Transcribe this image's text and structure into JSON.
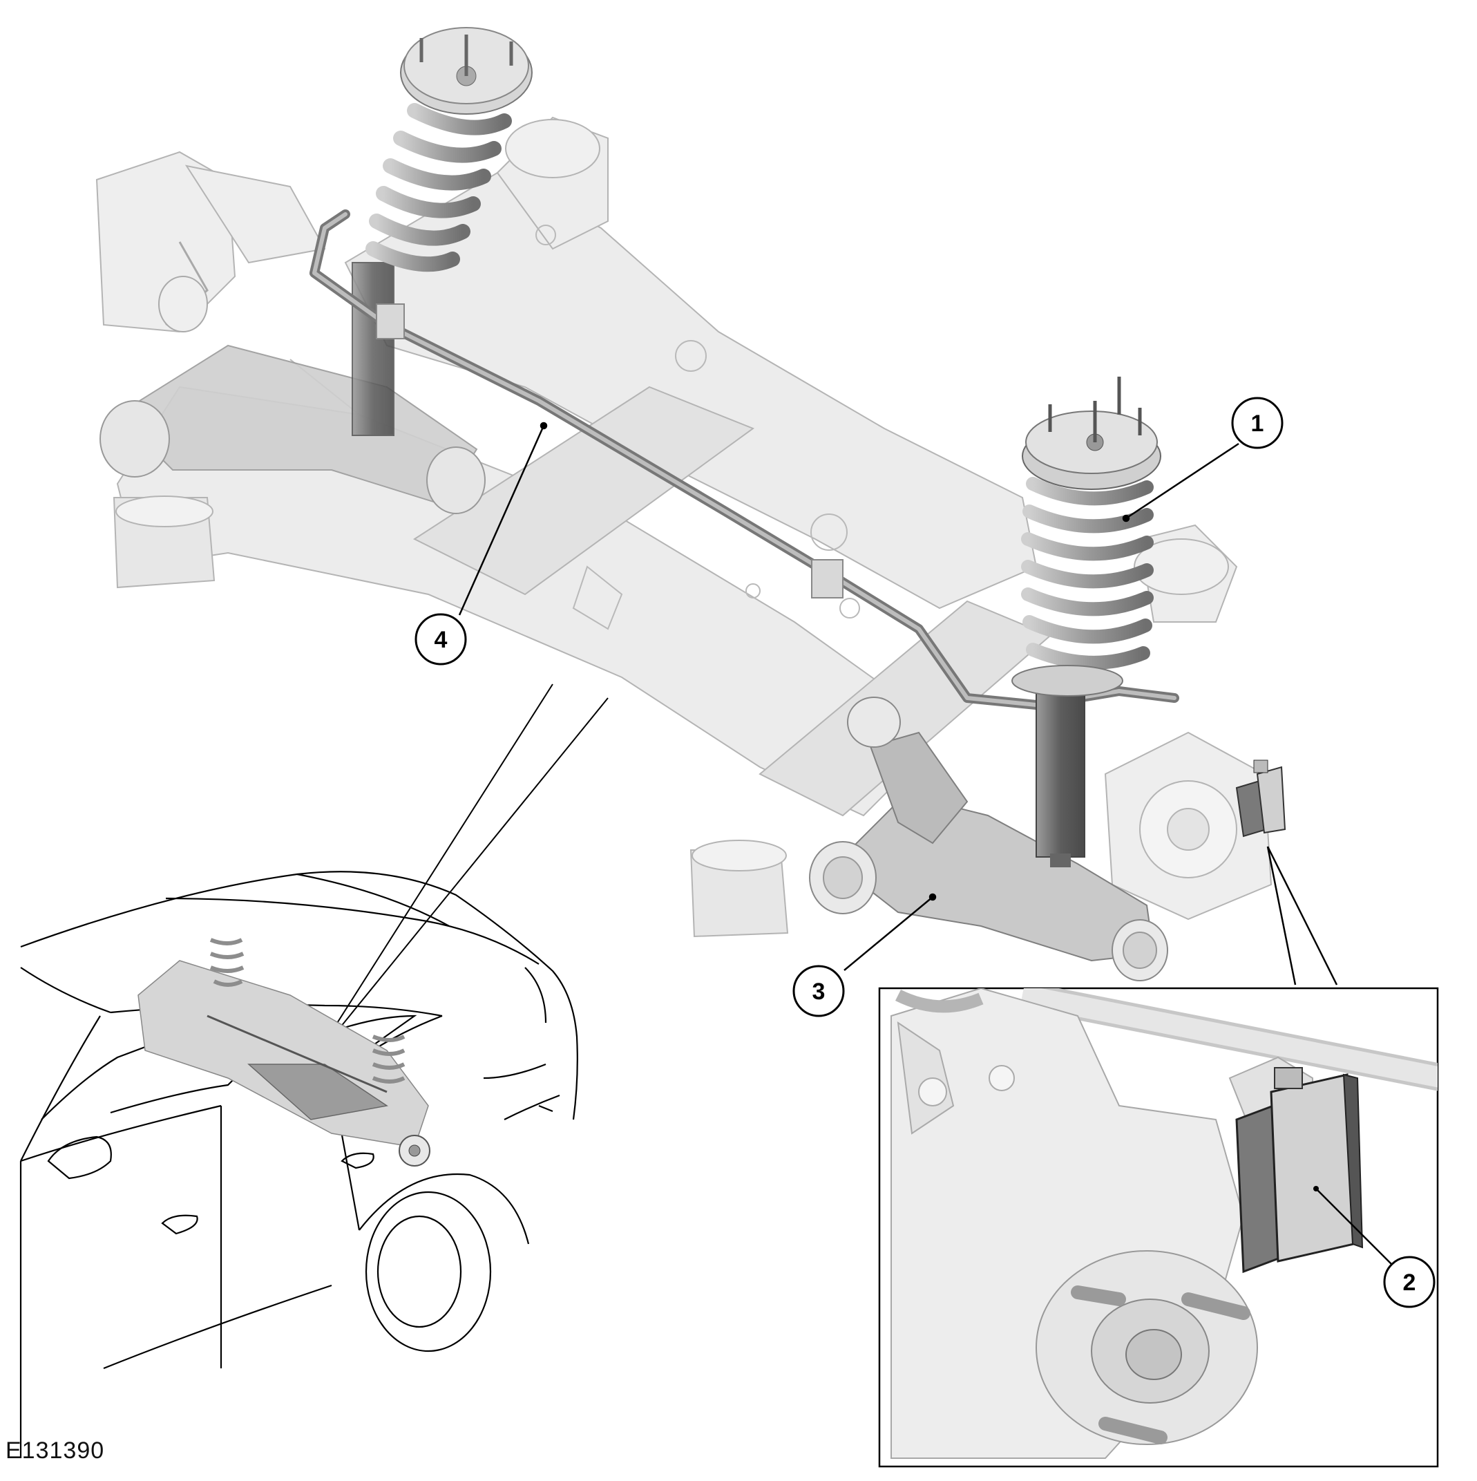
{
  "figure": {
    "reference_code": "E131390",
    "callouts": [
      {
        "id": "1",
        "label": "1"
      },
      {
        "id": "2",
        "label": "2"
      },
      {
        "id": "3",
        "label": "3"
      },
      {
        "id": "4",
        "label": "4"
      }
    ]
  },
  "colors": {
    "part_light": "#e9e9e9",
    "part_mid": "#bdbdbd",
    "part_dark": "#7d7d7d",
    "outline": "#9a9a9a",
    "line": "#000000"
  },
  "icons": {
    "highlighted_parts": [
      "coil-spring-icon",
      "ride-height-sensor-icon",
      "lower-arm-icon",
      "stabilizer-bar-icon"
    ]
  }
}
